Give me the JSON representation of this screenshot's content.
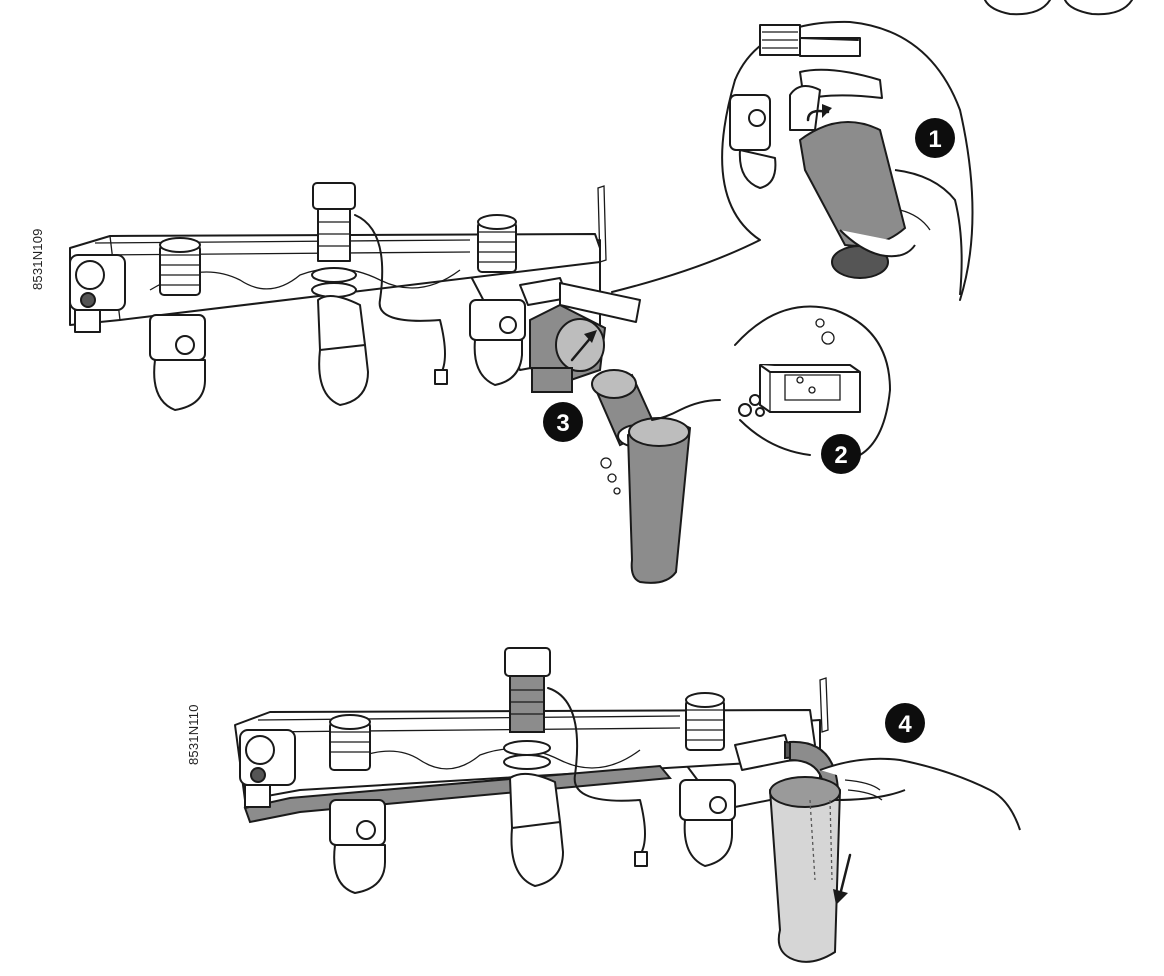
{
  "figure_top": {
    "reference_code": "8531N109"
  },
  "figure_bottom": {
    "reference_code": "8531N110"
  },
  "steps": [
    {
      "id": "step-1",
      "number": "1"
    },
    {
      "id": "step-2",
      "number": "2"
    },
    {
      "id": "step-3",
      "number": "3"
    },
    {
      "id": "step-4",
      "number": "4"
    }
  ],
  "colors": {
    "line": "#1a1a1a",
    "marker_fill": "#0d0d0d",
    "marker_text": "#ffffff",
    "filter_grey": "#8c8c8c",
    "filter_light": "#bdbdbd",
    "container_grey": "#9a9a9a",
    "container_light": "#d6d6d6"
  }
}
